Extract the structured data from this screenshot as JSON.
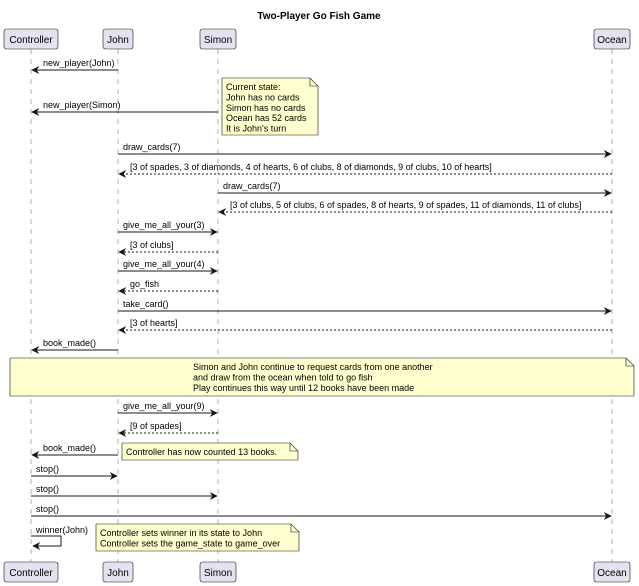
{
  "title": "Two-Player Go Fish Game",
  "participants": [
    "Controller",
    "John",
    "Simon",
    "Ocean"
  ],
  "messages": [
    {
      "from": "John",
      "to": "Controller",
      "label": "new_player(John)",
      "reply": false
    },
    {
      "from": "Simon",
      "to": "Controller",
      "label": "new_player(Simon)",
      "reply": false
    },
    {
      "from": "John",
      "to": "Ocean",
      "label": "draw_cards(7)",
      "reply": false
    },
    {
      "from": "Ocean",
      "to": "John",
      "label": "[3 of spades, 3 of diamonds, 4 of hearts, 6 of clubs, 8 of diamonds, 9 of clubs, 10 of hearts]",
      "reply": true
    },
    {
      "from": "Simon",
      "to": "Ocean",
      "label": "draw_cards(7)",
      "reply": false
    },
    {
      "from": "Ocean",
      "to": "Simon",
      "label": "[3 of clubs, 5 of clubs, 6 of spades, 8 of hearts, 9 of spades, 11 of diamonds, 11 of clubs]",
      "reply": true
    },
    {
      "from": "John",
      "to": "Simon",
      "label": "give_me_all_your(3)",
      "reply": false
    },
    {
      "from": "Simon",
      "to": "John",
      "label": "[3 of clubs]",
      "reply": true
    },
    {
      "from": "John",
      "to": "Simon",
      "label": "give_me_all_your(4)",
      "reply": false
    },
    {
      "from": "Simon",
      "to": "John",
      "label": "go_fish",
      "reply": true
    },
    {
      "from": "John",
      "to": "Ocean",
      "label": "take_card()",
      "reply": false
    },
    {
      "from": "Ocean",
      "to": "John",
      "label": "[3 of hearts]",
      "reply": true
    },
    {
      "from": "John",
      "to": "Controller",
      "label": "book_made()",
      "reply": false
    },
    {
      "from": "John",
      "to": "Simon",
      "label": "give_me_all_your(9)",
      "reply": false
    },
    {
      "from": "Simon",
      "to": "John",
      "label": "[9 of spades]",
      "reply": true
    },
    {
      "from": "John",
      "to": "Controller",
      "label": "book_made()",
      "reply": false
    },
    {
      "from": "Controller",
      "to": "John",
      "label": "stop()",
      "reply": false
    },
    {
      "from": "Controller",
      "to": "Simon",
      "label": "stop()",
      "reply": false
    },
    {
      "from": "Controller",
      "to": "Ocean",
      "label": "stop()",
      "reply": false
    },
    {
      "from": "Controller",
      "to": "Controller",
      "label": "winner(John)",
      "reply": false
    }
  ],
  "notes": [
    {
      "lines": [
        "Current state:",
        "John has no cards",
        "Simon has no cards",
        "Ocean has 52 cards",
        "It is John's turn"
      ]
    },
    {
      "lines": [
        "Simon and John continue to request cards from one another",
        "and draw from the ocean when told to go fish",
        "Play continues this way until 12 books have been made"
      ]
    },
    {
      "lines": [
        "Controller has now counted 13 books."
      ]
    },
    {
      "lines": [
        "Controller sets winner in its state to John",
        "Controller sets the game_state to game_over"
      ]
    }
  ]
}
